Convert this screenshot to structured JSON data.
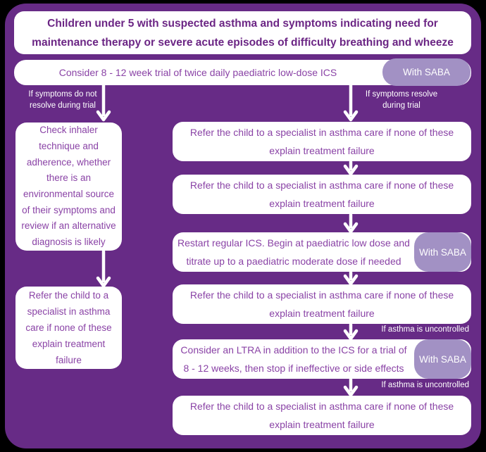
{
  "colors": {
    "canvas_bg": "#000000",
    "panel_bg": "#672b86",
    "box_bg": "#ffffff",
    "box_text": "#8a43a6",
    "title_text": "#6b2584",
    "badge_bg": "#a291c4",
    "badge_text": "#ffffff",
    "label_text": "#ffffff",
    "arrow": "#ffffff"
  },
  "header": {
    "title": "Children under 5 with suspected asthma and symptoms indicating need for\nmaintenance therapy or severe acute episodes of difficulty breathing and wheeze"
  },
  "trial": {
    "text": "Consider 8 - 12 week trial of twice daily paediatric low-dose ICS",
    "badge": "With SABA"
  },
  "branches": {
    "not_resolve": "If symptoms do not\nresolve during trial",
    "resolve": "If symptoms resolve\nduring trial"
  },
  "left": {
    "check_box": "Check inhaler\ntechnique and\nadherence, whether\nthere is an\nenvironmental source\nof their symptoms and\nreview if an alternative\ndiagnosis is likely",
    "refer_box": "Refer the child to a\nspecialist in asthma\ncare if none of these\nexplain treatment\nfailure"
  },
  "right": {
    "refer1": "Refer the child to a specialist in asthma care if none of these\nexplain treatment failure",
    "refer2": "Refer the child to a specialist in asthma care if none of these\nexplain treatment failure",
    "restart": {
      "text": "Restart regular ICS. Begin at paediatric low dose and\ntitrate up to a paediatric moderate dose if needed",
      "badge": "With SABA"
    },
    "refer3": "Refer the child to a specialist in asthma care if none of these\nexplain treatment failure",
    "uncontrolled1": "If asthma is uncontrolled",
    "ltra": {
      "text": "Consider an LTRA in addition to the ICS for a trial of\n8 - 12 weeks, then stop if ineffective or side effects",
      "badge": "With SABA"
    },
    "uncontrolled2": "If asthma is uncontrolled",
    "refer4": "Refer the child to a specialist in asthma care if none of these\nexplain treatment failure"
  }
}
